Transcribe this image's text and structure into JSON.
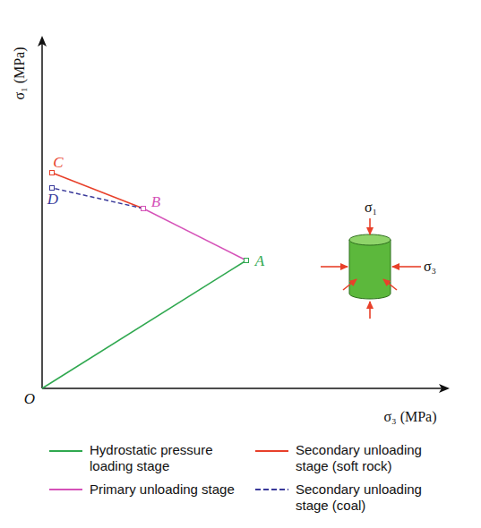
{
  "diagram": {
    "labels": [
      "σ₁ (MPa)",
      "σ₃ (MPa)",
      "O",
      "A",
      "B",
      "C",
      "D",
      "σ₁",
      "σ₃"
    ],
    "legend": [
      {
        "text": "Hydrostatic pressure loading stage"
      },
      {
        "text": "Secondary unloading stage (soft rock)"
      },
      {
        "text": "Primary unloading stage"
      },
      {
        "text": "Secondary unloading stage (coal)"
      }
    ]
  }
}
